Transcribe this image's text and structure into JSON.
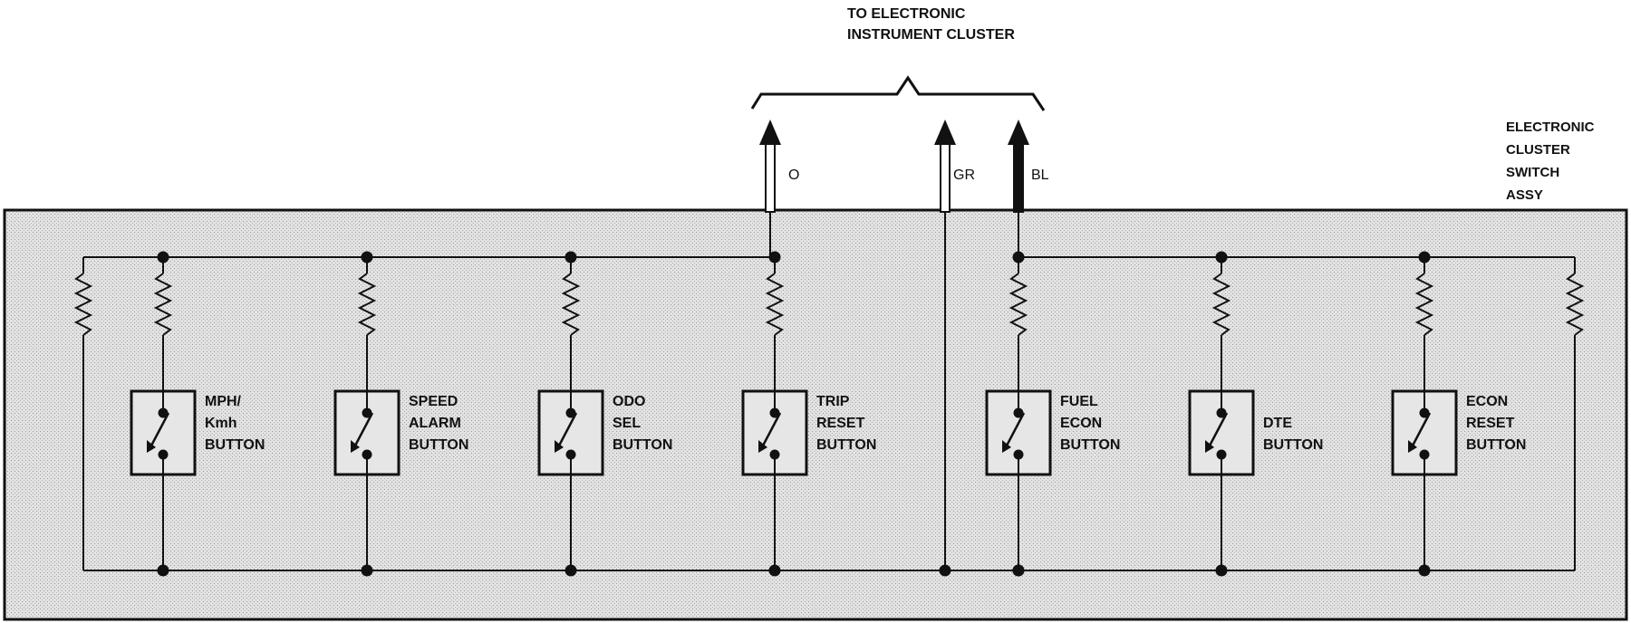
{
  "header": {
    "destination_line1": "TO ELECTRONIC",
    "destination_line2": "INSTRUMENT CLUSTER"
  },
  "assembly": {
    "line1": "ELECTRONIC",
    "line2": "CLUSTER",
    "line3": "SWITCH",
    "line4": "ASSY"
  },
  "wires": [
    {
      "label": "O",
      "style": "hollow"
    },
    {
      "label": "GR",
      "style": "hollow"
    },
    {
      "label": "BL",
      "style": "solid"
    }
  ],
  "switches": [
    {
      "name": "mph-kmh-button",
      "lines": [
        "MPH/",
        "Kmh",
        "BUTTON"
      ]
    },
    {
      "name": "speed-alarm-button",
      "lines": [
        "SPEED",
        "ALARM",
        "BUTTON"
      ]
    },
    {
      "name": "odo-sel-button",
      "lines": [
        "ODO",
        "SEL",
        "BUTTON"
      ]
    },
    {
      "name": "trip-reset-button",
      "lines": [
        "TRIP",
        "RESET",
        "BUTTON"
      ]
    },
    {
      "name": "fuel-econ-button",
      "lines": [
        "FUEL",
        "ECON",
        "BUTTON"
      ]
    },
    {
      "name": "dte-button",
      "lines": [
        "DTE",
        "BUTTON"
      ]
    },
    {
      "name": "econ-reset-button",
      "lines": [
        "ECON",
        "RESET",
        "BUTTON"
      ]
    }
  ],
  "colors": {
    "ink": "#111111",
    "panel_fill": "#dcdcdc",
    "background": "#ffffff"
  }
}
